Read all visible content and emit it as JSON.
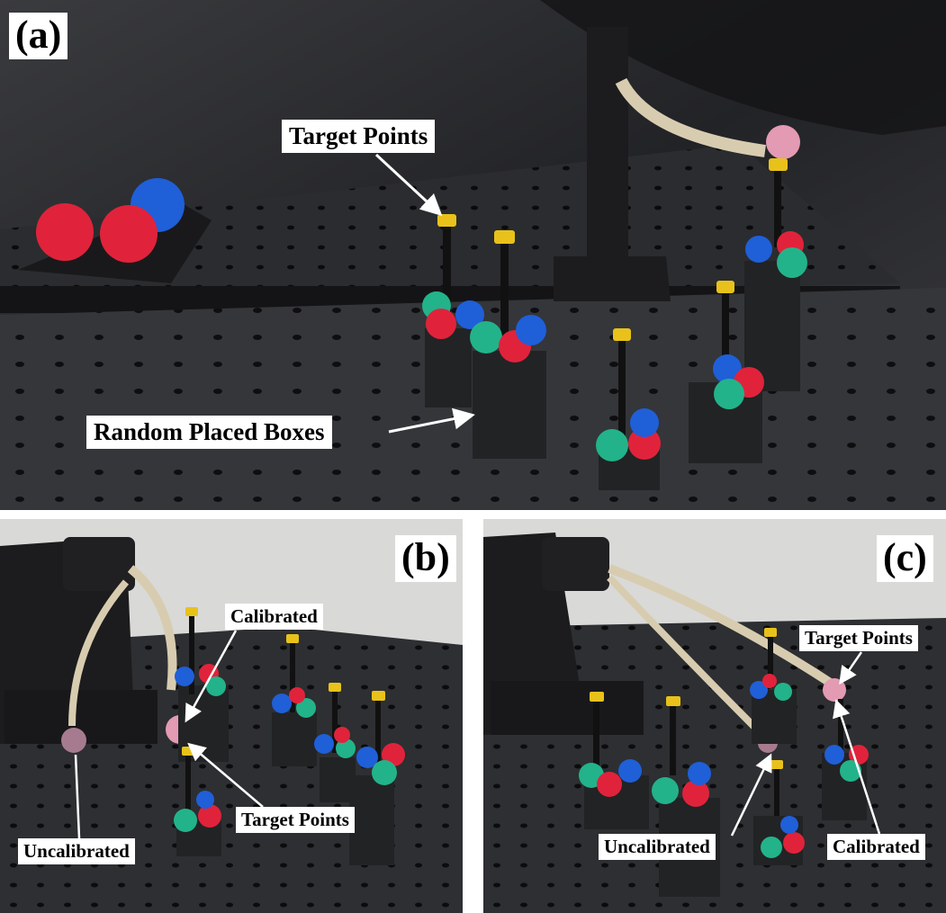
{
  "panels": [
    {
      "letter": "(a)",
      "labels": {
        "target_points": "Target Points",
        "random_boxes": "Random Placed Boxes"
      }
    },
    {
      "letter": "(b)",
      "labels": {
        "calibrated": "Calibrated",
        "target_points": "Target Points",
        "uncalibrated": "Uncalibrated"
      }
    },
    {
      "letter": "(c)",
      "labels": {
        "target_points": "Target Points",
        "uncalibrated": "Uncalibrated",
        "calibrated": "Calibrated"
      }
    }
  ],
  "colors": {
    "table": "#2b2d30",
    "backdrop": "#1a1a1c",
    "wall": "#d8d8d6",
    "marker_red": "#e0233b",
    "marker_blue": "#1f5fd8",
    "marker_teal": "#22b38a",
    "marker_pink": "#e39ab3",
    "cap_yellow": "#e8c21a",
    "box_black": "#222325"
  }
}
